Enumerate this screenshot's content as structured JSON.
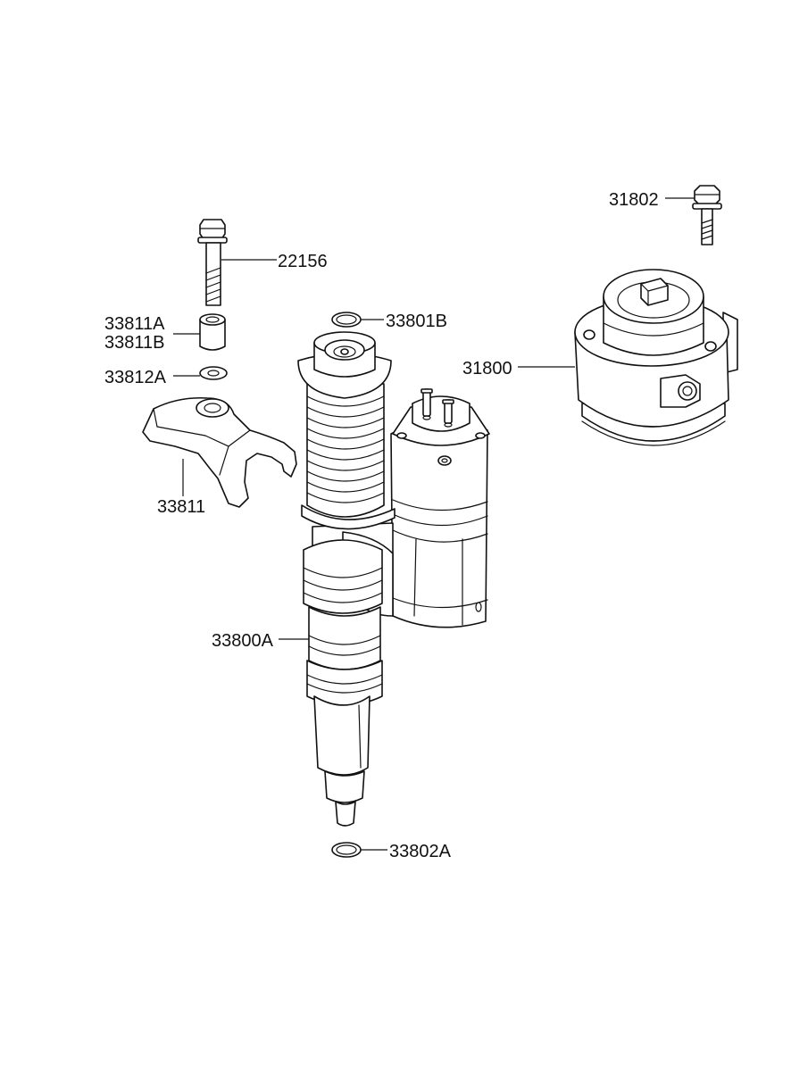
{
  "callouts": {
    "c22156": "22156",
    "c33811A": "33811A",
    "c33811B": "33811B",
    "c33812A": "33812A",
    "c33811": "33811",
    "c33801B": "33801B",
    "c33800A": "33800A",
    "c33802A": "33802A",
    "c31800": "31800",
    "c31802": "31802"
  },
  "colors": {
    "line": "#111111",
    "background": "#ffffff"
  }
}
